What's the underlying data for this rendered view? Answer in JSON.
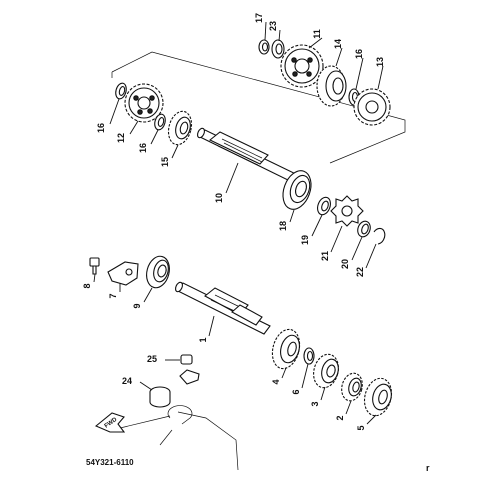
{
  "diagram": {
    "callouts": [
      {
        "id": "c17",
        "text": "17"
      },
      {
        "id": "c23",
        "text": "23"
      },
      {
        "id": "c11",
        "text": "11"
      },
      {
        "id": "c14",
        "text": "14"
      },
      {
        "id": "c16a",
        "text": "16"
      },
      {
        "id": "c13",
        "text": "13"
      },
      {
        "id": "c16b",
        "text": "16"
      },
      {
        "id": "c12",
        "text": "12"
      },
      {
        "id": "c16c",
        "text": "16"
      },
      {
        "id": "c15",
        "text": "15"
      },
      {
        "id": "c10",
        "text": "10"
      },
      {
        "id": "c18",
        "text": "18"
      },
      {
        "id": "c19",
        "text": "19"
      },
      {
        "id": "c21",
        "text": "21"
      },
      {
        "id": "c20",
        "text": "20"
      },
      {
        "id": "c22",
        "text": "22"
      },
      {
        "id": "c8",
        "text": "8"
      },
      {
        "id": "c7",
        "text": "7"
      },
      {
        "id": "c9",
        "text": "9"
      },
      {
        "id": "c1",
        "text": "1"
      },
      {
        "id": "c25",
        "text": "25"
      },
      {
        "id": "c24",
        "text": "24"
      },
      {
        "id": "c4",
        "text": "4"
      },
      {
        "id": "c6",
        "text": "6"
      },
      {
        "id": "c3",
        "text": "3"
      },
      {
        "id": "c2",
        "text": "2"
      },
      {
        "id": "c5",
        "text": "5"
      }
    ],
    "direction_marker": "FWD",
    "drawing_code": "54Y321-6110",
    "corner_mark": "r"
  }
}
